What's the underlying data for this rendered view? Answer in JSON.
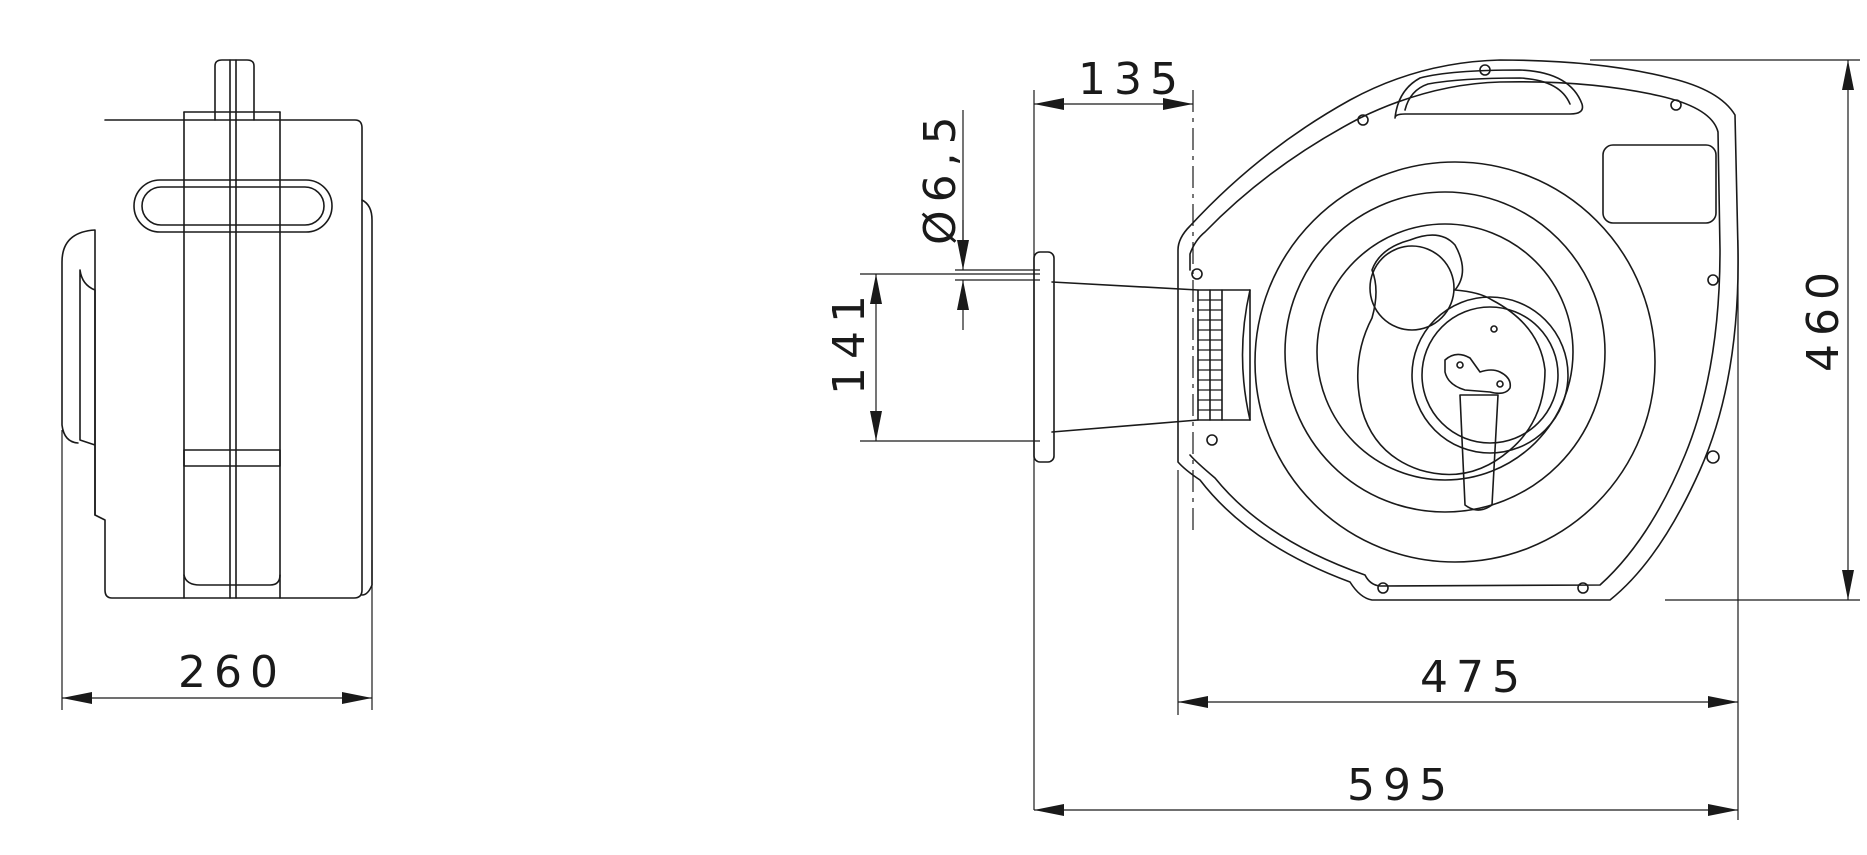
{
  "dimensions": {
    "side_width": "260",
    "inlet_offset": "135",
    "hole_diameter": "Ø6,5",
    "bracket_height": "141",
    "height": "460",
    "body_width": "475",
    "overall_width": "595"
  },
  "colors": {
    "line": "#1a1a1a",
    "background": "#ffffff"
  }
}
